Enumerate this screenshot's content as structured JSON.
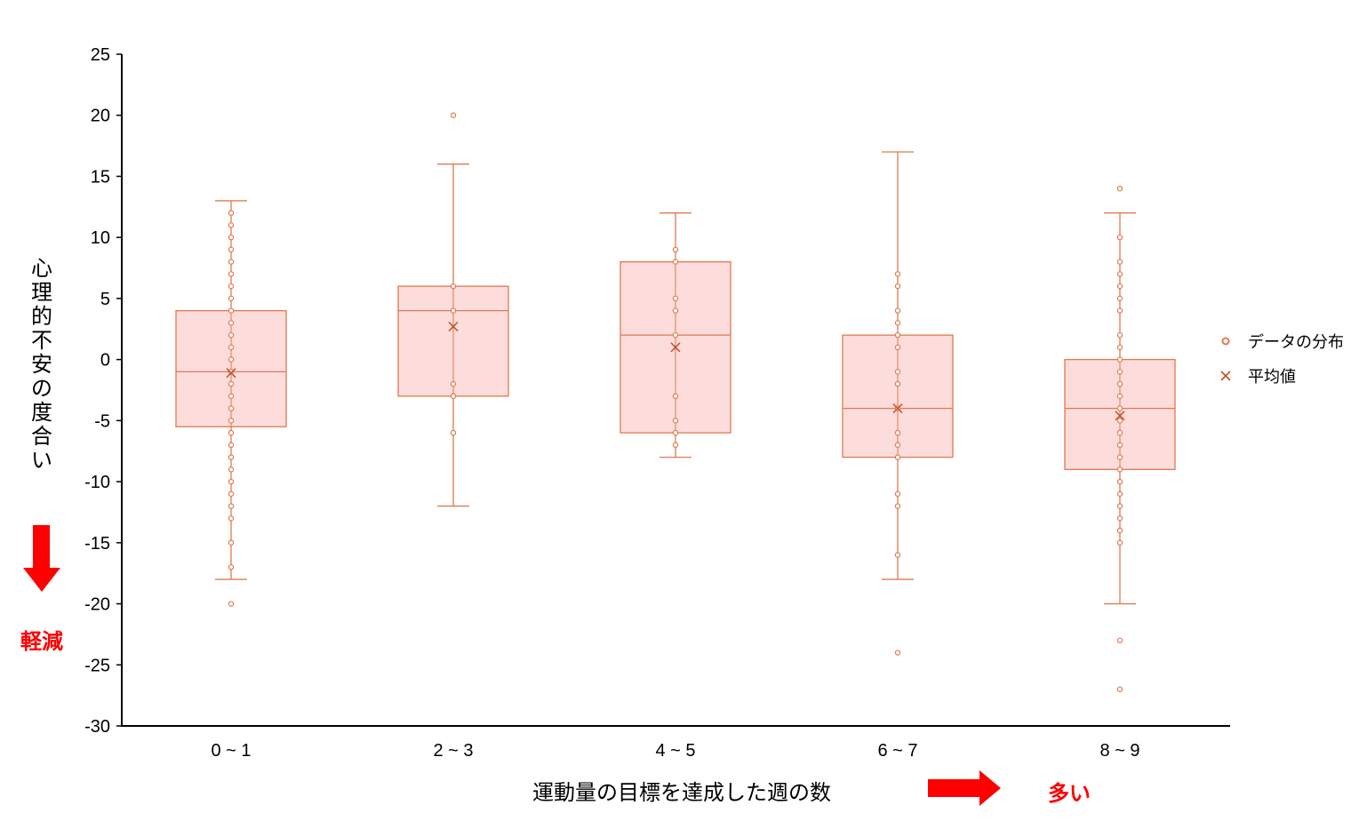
{
  "chart_data": {
    "type": "box",
    "xlabel": "運動量の目標を達成した週の数",
    "ylabel": "心理的不安の度合い",
    "ylim": [
      -30,
      25
    ],
    "yticks": [
      25,
      20,
      15,
      10,
      5,
      0,
      -5,
      -10,
      -15,
      -20,
      -25,
      -30
    ],
    "grid": false,
    "legend_position": "right",
    "legend": {
      "points_label": "データの分布",
      "mean_label": "平均値"
    },
    "annotations": {
      "y_direction": "軽減",
      "x_direction": "多い"
    },
    "colors": {
      "stroke": "#e07a4f",
      "fill": "#fddcdc",
      "mean": "#c0502a",
      "arrow": "#ff0000",
      "axis": "#000000"
    },
    "categories": [
      "0 ~ 1",
      "2 ~ 3",
      "4 ~ 5",
      "6 ~ 7",
      "8 ~ 9"
    ],
    "boxes": [
      {
        "whisker_low": -18,
        "q1": -5.5,
        "median": -1,
        "q3": 4,
        "whisker_high": 13,
        "mean": -1.1,
        "points": [
          12,
          11,
          10,
          9,
          8,
          7,
          6,
          5,
          4,
          3,
          2,
          1,
          0,
          -1,
          -2,
          -3,
          -4,
          -5,
          -6,
          -7,
          -8,
          -9,
          -10,
          -11,
          -12,
          -13,
          -15,
          -17,
          -20
        ]
      },
      {
        "whisker_low": -12,
        "q1": -3,
        "median": 4,
        "q3": 6,
        "whisker_high": 16,
        "mean": 2.7,
        "points": [
          20,
          6,
          4,
          -2,
          -3,
          -6
        ]
      },
      {
        "whisker_low": -8,
        "q1": -6,
        "median": 2,
        "q3": 8,
        "whisker_high": 12,
        "mean": 1,
        "points": [
          9,
          8,
          5,
          4,
          2,
          -3,
          -5,
          -6,
          -7
        ]
      },
      {
        "whisker_low": -18,
        "q1": -8,
        "median": -4,
        "q3": 2,
        "whisker_high": 17,
        "mean": -4,
        "points": [
          7,
          6,
          4,
          3,
          2,
          1,
          -1,
          -2,
          -4,
          -6,
          -7,
          -8,
          -11,
          -12,
          -16,
          -24
        ]
      },
      {
        "whisker_low": -20,
        "q1": -9,
        "median": -4,
        "q3": 0,
        "whisker_high": 12,
        "mean": -4.6,
        "points": [
          14,
          10,
          8,
          7,
          6,
          5,
          4,
          2,
          1,
          0,
          -1,
          -2,
          -3,
          -4,
          -5,
          -6,
          -7,
          -8,
          -9,
          -10,
          -11,
          -12,
          -13,
          -14,
          -15,
          -23,
          -27
        ]
      }
    ]
  }
}
